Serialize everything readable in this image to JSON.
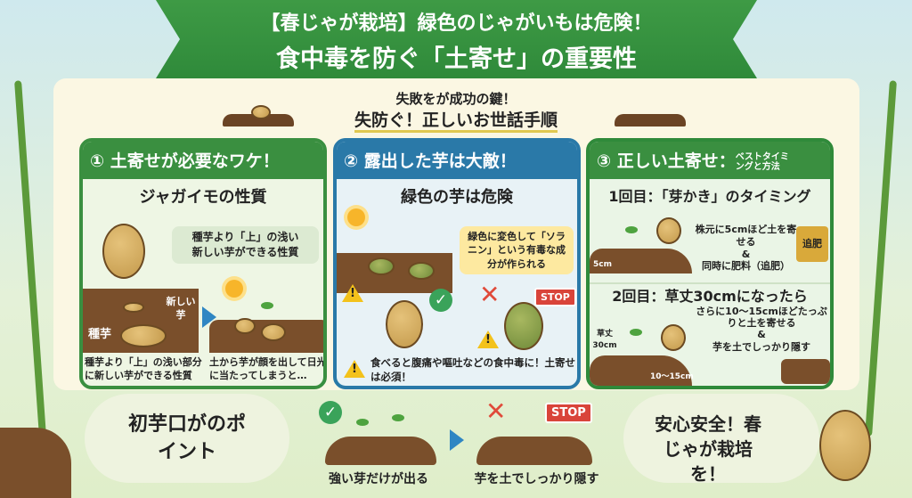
{
  "header": {
    "line1": "【春じゃが栽培】緑色のじゃがいもは危険！",
    "line2": "食中毒を防ぐ「土寄せ」の重要性"
  },
  "subheader": {
    "line1": "失敗をが成功の鍵！",
    "line2": "失防ぐ！正しいお世話手順"
  },
  "panels": [
    {
      "title": "① 土寄せが必要なワケ！",
      "subtitle": "ジャガイモの性質",
      "bubble": "種芋より「上」の浅い\n新しい芋ができる性質",
      "label_new": "新しい芋",
      "label_seed": "種芋",
      "caption_left": "種芋より「上」の浅い部分に新しい芋ができる性質",
      "caption_right": "土から芋が顔を出して日光に当たってしまうと…"
    },
    {
      "title": "② 露出した芋は大敵！",
      "subtitle": "緑色の芋は危険",
      "bubble": "緑色に変色して「ソラニン」という有毒な成分が作られる",
      "stop": "STOP",
      "warning": "食べると腹痛や嘔吐などの食中毒に！土寄せは必須！"
    },
    {
      "title": "③ 正しい土寄せ：",
      "title_small": "ベストタイミングと方法",
      "step1_title": "1回目：「芽かき」のタイミング",
      "step1_text": "株元に5cmほど土を寄せる\n&\n同時に肥料（追肥）",
      "step1_bag": "追肥",
      "step1_measure": "5cm",
      "step2_title": "2回目：草丈30cmになったら",
      "step2_text": "さらに10〜15cmほどたっぷりと土を寄せる\n&\n芋を土でしっかり隠す",
      "step2_height": "草丈30cm",
      "step2_measure": "10〜15cm"
    }
  ],
  "bottom": {
    "left": "初芋口がのポイント",
    "caption1": "強い芽だけが出る",
    "caption2": "芋を土でしっかり隠す",
    "stop": "STOP",
    "right": "安心安全！春じゃが栽培を！"
  },
  "colors": {
    "green": "#3a8f40",
    "blue": "#2a79a8",
    "soil": "#7a4f2b"
  }
}
